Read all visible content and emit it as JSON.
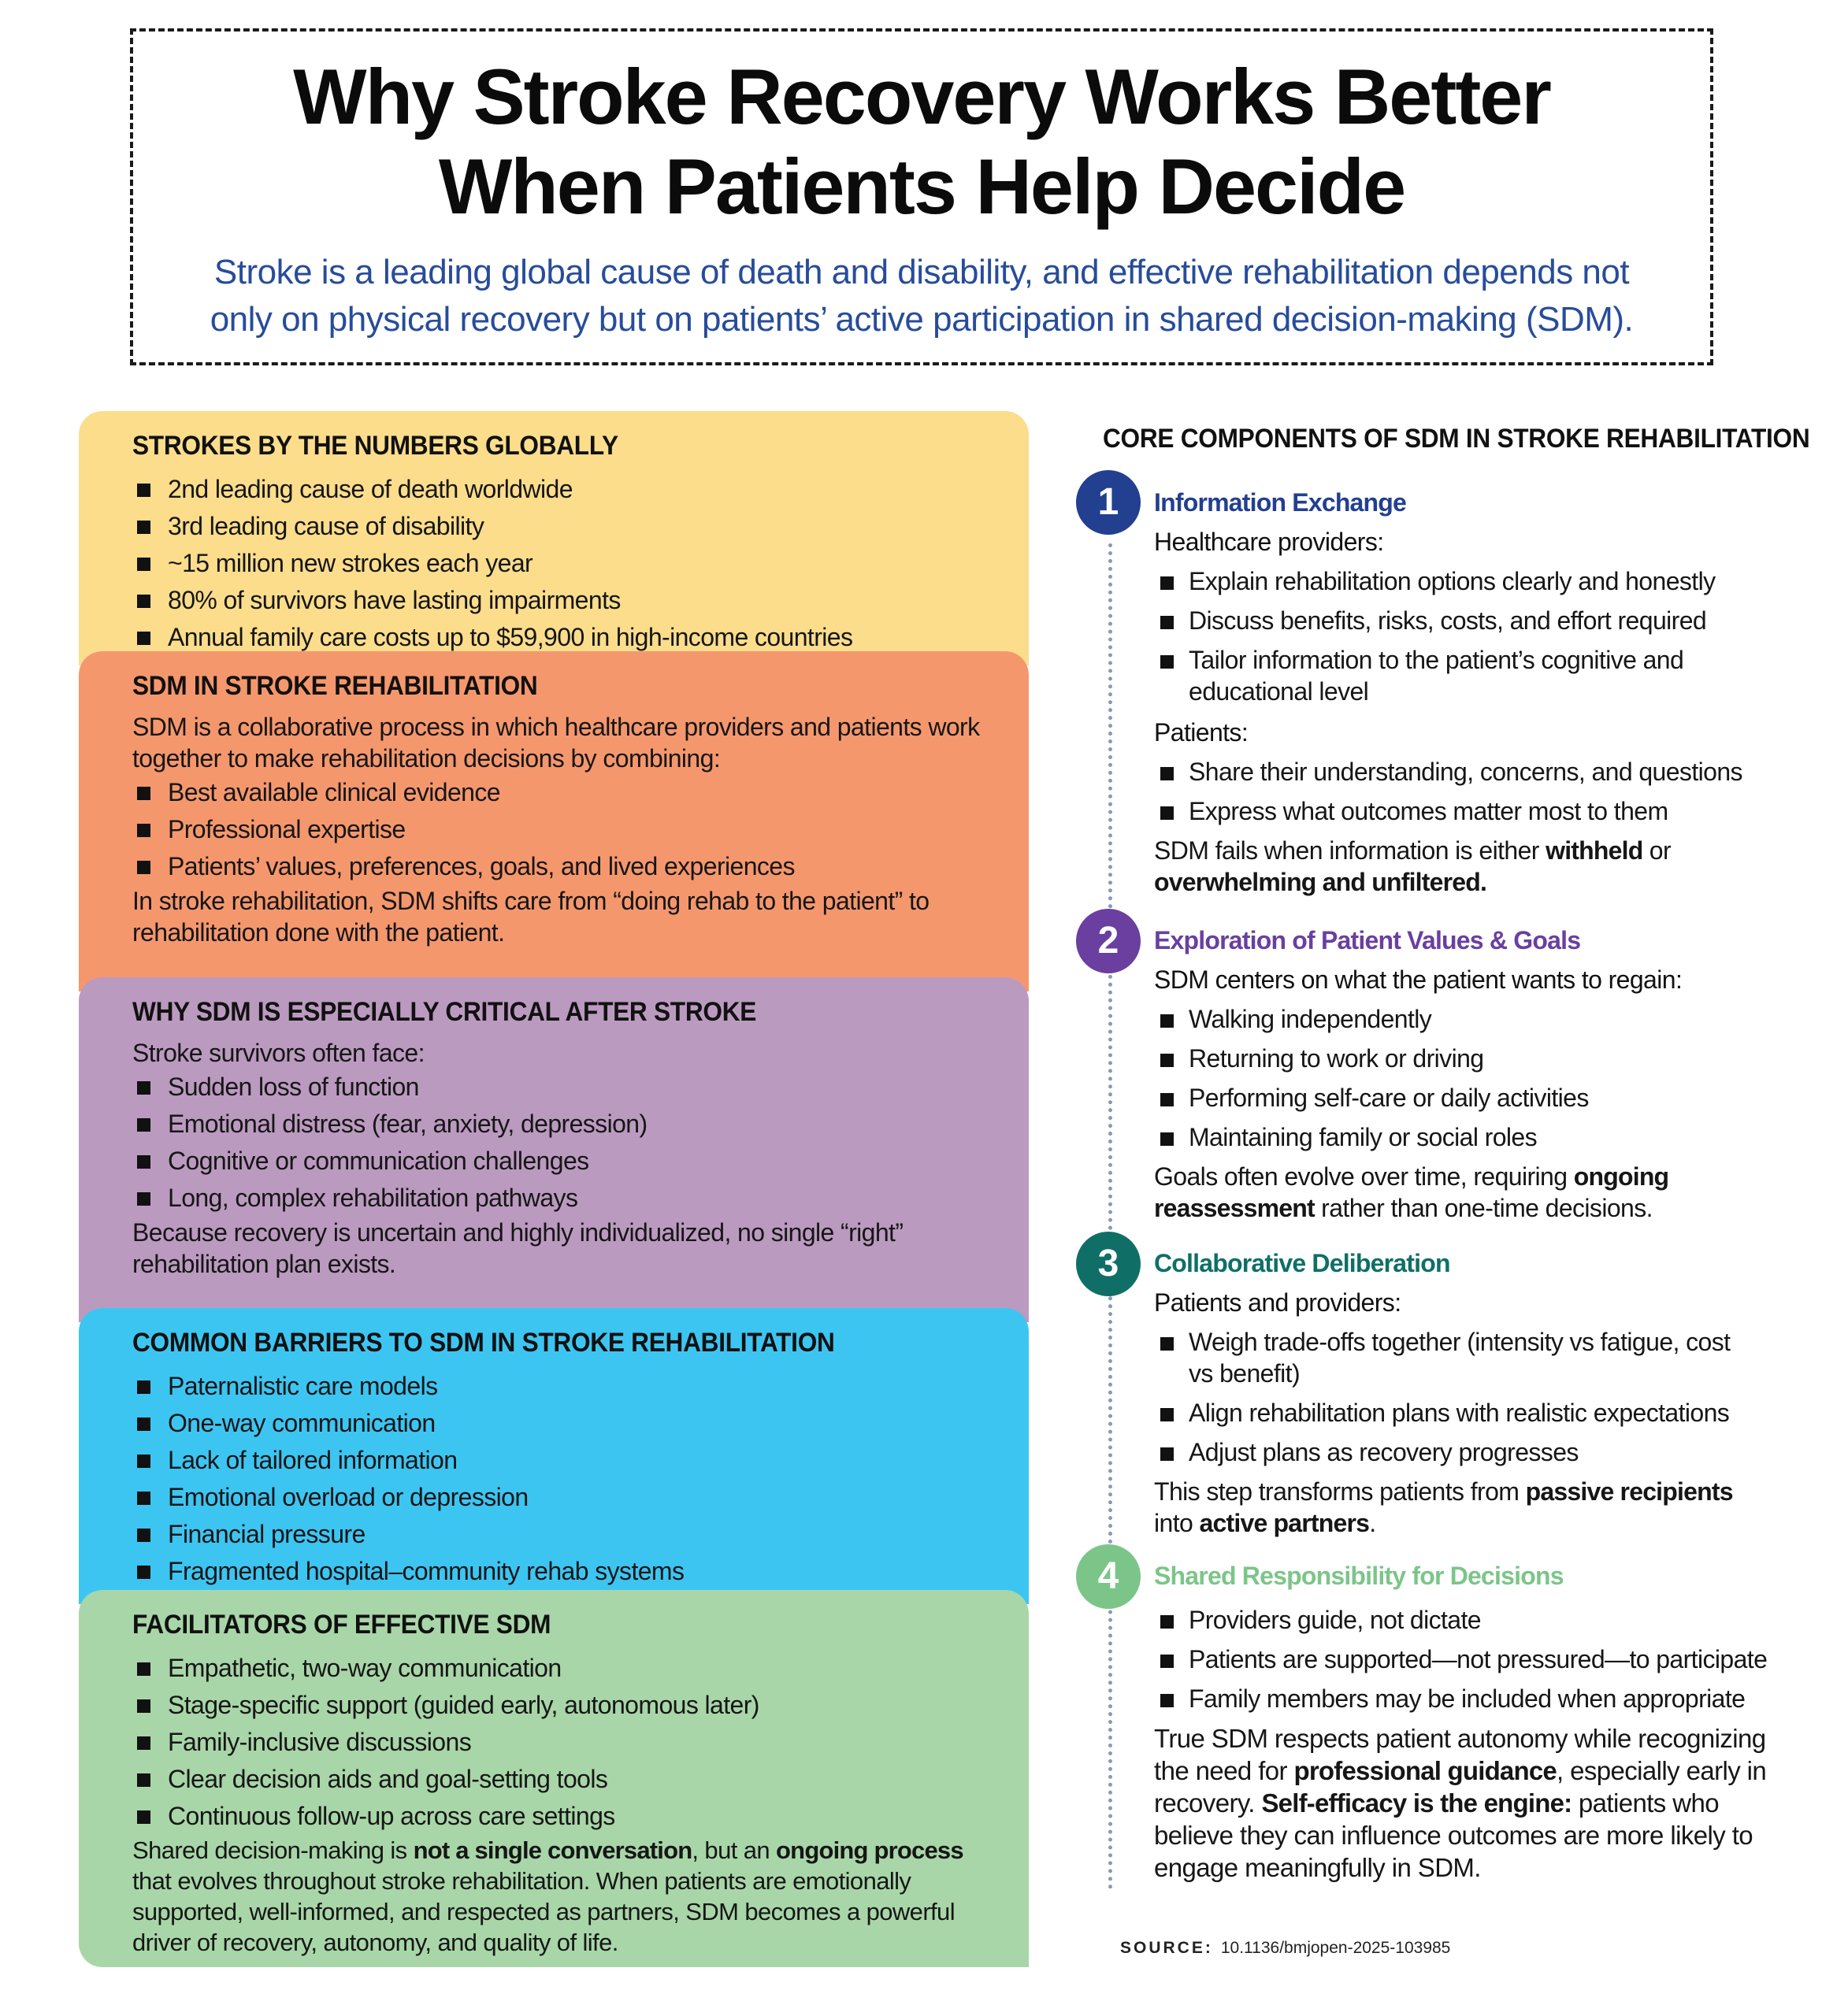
{
  "header": {
    "title_lines": [
      "Why Stroke Recovery Works Better",
      "When Patients Help Decide"
    ],
    "subtitle_lines": [
      "Stroke is a leading global cause of death and disability, and effective rehabilitation depends not",
      "only on physical recovery but on patients’ active participation in shared decision-making (SDM)."
    ]
  },
  "colors": {
    "yellow": "#fbdd8c",
    "orange": "#f5976d",
    "purple": "#bb9ac0",
    "blue": "#3dc5f2",
    "green": "#a8d6a8",
    "step1": "#223f90",
    "step2": "#6a3fa0",
    "step3": "#0f6f67",
    "step4": "#7cc589",
    "subtitle": "#274c9a"
  },
  "numbers": {
    "title": "STROKES BY THE NUMBERS GLOBALLY",
    "items": [
      "2nd leading cause of death worldwide",
      "3rd leading cause of disability",
      "~15 million new strokes each year",
      "80% of survivors have lasting impairments",
      "Annual family care costs up to $59,900 in high-income countries"
    ]
  },
  "sdm": {
    "title": "SDM IN STROKE REHABILITATION",
    "intro": "SDM is a collaborative process in which healthcare providers and patients work together to make rehabilitation decisions by combining:",
    "items": [
      "Best available clinical evidence",
      "Professional expertise",
      "Patients’ values, preferences, goals, and lived experiences"
    ],
    "outro": "In stroke rehabilitation, SDM shifts care from “doing rehab to the patient” to rehabilitation done with the patient."
  },
  "critical": {
    "title": "WHY SDM IS ESPECIALLY CRITICAL AFTER STROKE",
    "intro": "Stroke survivors often face:",
    "items": [
      "Sudden loss of function",
      "Emotional distress (fear, anxiety, depression)",
      "Cognitive or communication challenges",
      "Long, complex rehabilitation pathways"
    ],
    "outro": "Because recovery is uncertain and highly individualized, no single “right” rehabilitation plan exists."
  },
  "barriers": {
    "title": "COMMON BARRIERS TO SDM IN STROKE REHABILITATION",
    "items": [
      "Paternalistic care models",
      "One-way communication",
      "Lack of tailored information",
      "Emotional overload or depression",
      "Financial pressure",
      "Fragmented hospital–community rehab systems"
    ]
  },
  "facilitators": {
    "title": "FACILITATORS OF EFFECTIVE SDM",
    "items": [
      "Empathetic, two-way communication",
      "Stage-specific support (guided early, autonomous later)",
      "Family-inclusive discussions",
      "Clear decision aids and goal-setting tools",
      "Continuous follow-up across care settings"
    ],
    "outro": {
      "t1": "Shared decision-making is ",
      "b1": "not a single conversation",
      "t2": ", but an ",
      "b2": "ongoing process",
      "t3": " that evolves throughout stroke rehabilitation. When patients are emotionally supported, well-informed, and respected as partners, SDM becomes a powerful driver of recovery, autonomy, and quality of life."
    }
  },
  "core": {
    "title": "CORE COMPONENTS OF SDM IN STROKE REHABILITATION",
    "steps": [
      {
        "num": "1",
        "title": "Information Exchange",
        "label_a": "Healthcare providers:",
        "items_a": [
          "Explain rehabilitation options clearly and honestly",
          "Discuss benefits, risks, costs, and effort required",
          "Tailor information to the patient’s cognitive and educational level"
        ],
        "label_b": "Patients:",
        "items_b": [
          "Share their understanding, concerns, and questions",
          "Express what outcomes matter most to them"
        ],
        "note": {
          "t1": "SDM fails when information is either ",
          "b1": "withheld",
          "t2": " or ",
          "b2": "overwhelming and unfiltered."
        }
      },
      {
        "num": "2",
        "title": "Exploration of Patient Values & Goals",
        "label_a": "SDM centers on what the patient wants to regain:",
        "items_a": [
          "Walking independently",
          "Returning to work or driving",
          "Performing self-care or daily activities",
          "Maintaining family or social roles"
        ],
        "note": {
          "t1": "Goals often evolve over time, requiring ",
          "b1": "ongoing reassessment",
          "t2": " rather than one-time decisions."
        }
      },
      {
        "num": "3",
        "title": "Collaborative Deliberation",
        "label_a": "Patients and providers:",
        "items_a": [
          "Weigh trade-offs together (intensity vs fatigue, cost vs benefit)",
          "Align rehabilitation plans with realistic expectations",
          "Adjust plans as recovery progresses"
        ],
        "note": {
          "t1": "This step transforms patients from ",
          "b1": "passive recipients",
          "t2": " into ",
          "b2": "active partners",
          "t3": "."
        }
      },
      {
        "num": "4",
        "title": "Shared Responsibility for Decisions",
        "items_a": [
          "Providers guide, not dictate",
          "Patients are supported—not pressured—to participate",
          "Family members may be included when appropriate"
        ],
        "note": {
          "t1": "True SDM respects patient autonomy while recognizing the need for ",
          "b1": "professional guidance",
          "t2": ", especially early in recovery. ",
          "b2": "Self-efficacy is the engine:",
          "t3": " patients who believe they can influence outcomes are more likely to engage meaningfully in SDM."
        }
      }
    ]
  },
  "source": {
    "label": "SOURCE:",
    "value": "10.1136/bmjopen-2025-103985"
  }
}
